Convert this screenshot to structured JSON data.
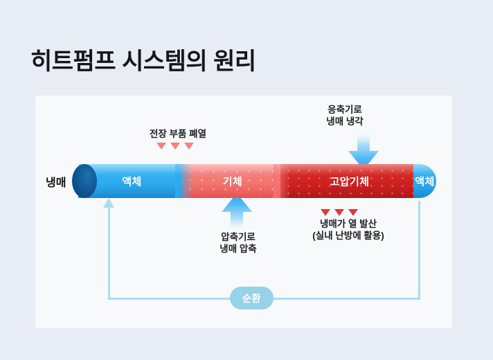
{
  "page": {
    "title": "히트펌프 시스템의 원리",
    "background_color": "#e8ecf4",
    "card_color": "#f7f9fb"
  },
  "diagram": {
    "side_label": "냉매",
    "pipe_segments": [
      {
        "key": "liquid_left",
        "label": "액체",
        "state": "liquid",
        "color": "#2eaaef"
      },
      {
        "key": "gas",
        "label": "기체",
        "state": "gas",
        "color": "#f2736f"
      },
      {
        "key": "high_p_gas",
        "label": "고압기체",
        "state": "high-pressure gas",
        "color": "#cf201f"
      },
      {
        "key": "liquid_right",
        "label": "액체",
        "state": "liquid",
        "color": "#2eaaef"
      }
    ],
    "annotations": {
      "waste_heat": {
        "text": "전장 부품 폐열",
        "marker": "triangles-down",
        "marker_count": 3,
        "marker_color": "#f4817e"
      },
      "condenser": {
        "text": "응축기로\n냉매 냉각",
        "marker": "arrow-down",
        "marker_color": "#35b2f2"
      },
      "compressor": {
        "text": "압축기로\n냉매 압축",
        "marker": "arrow-up",
        "marker_color": "#35b2f2"
      },
      "heat_emission": {
        "text": "냉매가 열 발산\n(실내 난방에 활용)",
        "marker": "triangles-down",
        "marker_count": 3,
        "marker_color": "#dd3b38"
      }
    },
    "circulation": {
      "badge_label": "순환",
      "line_color": "#aadcee",
      "badge_color": "#96d2e8"
    }
  }
}
